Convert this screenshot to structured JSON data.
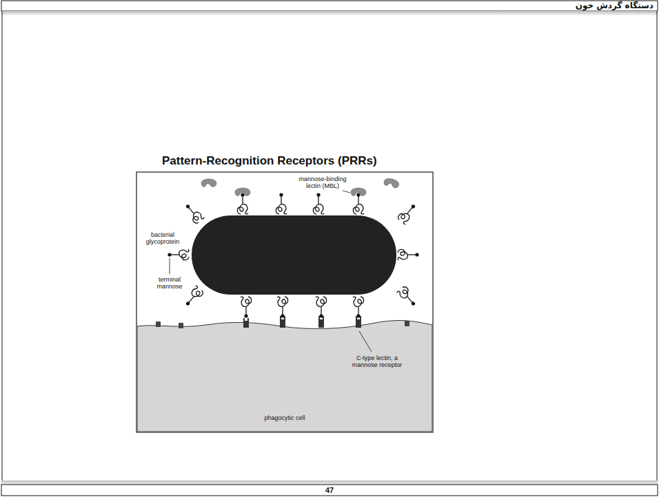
{
  "diagram": {
    "title": "Pattern-Recognition Receptors (PRRs)",
    "nodes": [
      {
        "text": [
          "phagocytic cell"
        ]
      }
    ],
    "labels": [
      "دستگاه گردش خون",
      "mannose-binding lectin (MBL)",
      "bacterial glycoprotein",
      "terminal mannose",
      "C-type lectin, a mannose receptor",
      "47"
    ]
  }
}
